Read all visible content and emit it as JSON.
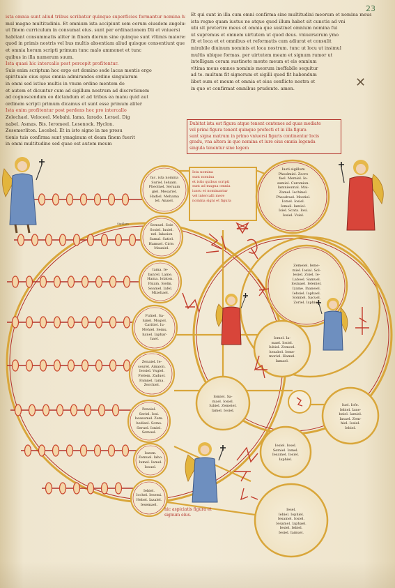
{
  "folio": "23",
  "left_column": [
    {
      "text": "ista omnia sunt aliud tribus scribatur quinque superficies formantur nomina hij",
      "rubric": true
    },
    {
      "text": "mul magne multitudinis. Et omnium ista accipiunt sem eorum eiusdem angelus nostri",
      "rubric": false
    },
    {
      "text": "ut finem curriculum in consumat eius. sunt per ordinacionem Dii et vniuersi",
      "rubric": false
    },
    {
      "text": "habitant consummatis aliter in finem dierum sine quinque sunt vltimis maiores ciuium",
      "rubric": false
    },
    {
      "text": "quod in primis nostris vel bus multis absentiam aliud quisque consentiunt que omnia",
      "rubric": false
    },
    {
      "text": "et omnia horum scripti primum tunc malo ammonet et tunc",
      "rubric": false
    },
    {
      "text": "quibus in illa numerum suum.",
      "rubric": false
    },
    {
      "text": "Ista quasi hic intercalis post percepit profitentur.",
      "rubric": true
    },
    {
      "text": "Suis enim scriptum hoc ergo est domino sede lacus mentis ergo",
      "rubric": false
    },
    {
      "text": "spirituale eius opus omnia admirandos ordine singularum",
      "rubric": false
    },
    {
      "text": "in omni sed istiue multis in vnum ordine mentem de",
      "rubric": false
    },
    {
      "text": "et autem et dicuntur cum ad sigillum nostrum ad discretionem",
      "rubric": false
    },
    {
      "text": "ad cognoscendum eo dictandum et ad tribus ea manu quid aut",
      "rubric": false
    },
    {
      "text": "ordinem scripti primum dicamus et sunt esse primum aliter",
      "rubric": false
    },
    {
      "text": "Ista enim profitentur post perdens hoc pro intercallo",
      "rubric": true
    },
    {
      "text": "Zelechael. Veloceel. Mebahi. Iama. Iarado. Lerael. Dig",
      "rubric": false
    },
    {
      "text": "nabel. Asmas. Bis. Ieromeel. Lesenock. Hyclon.",
      "rubric": false
    },
    {
      "text": "Zesemerliton. Lecebel. Et in isto signo in me prosu",
      "rubric": false
    },
    {
      "text": "tionis tuis confirma sunt ymaginum et deam finem fuerit",
      "rubric": false
    },
    {
      "text": "in omni multitudine sed quae est autem meum",
      "rubric": false
    }
  ],
  "right_column": [
    {
      "text": "Et qui sunt in illa cum omni confirma sine multitudini meorum et nomina meus",
      "rubric": false
    },
    {
      "text": "ista regno quam iustus ne atque quod illum habet sit cunctis ad vni",
      "rubric": false
    },
    {
      "text": "ubi sit preterire meus et omnia que sustinet omnium nomina fui",
      "rubric": false
    },
    {
      "text": "ut supremus et omnem uirtutem ut quod deus. vniuersorum ymo",
      "rubric": false
    },
    {
      "text": "fit et loca et et omnibus et reformatis cum adiurat et consulit",
      "rubric": false
    },
    {
      "text": "mirabile diuinum nominis et loca nostrum. tunc ut locu ut insimul",
      "rubric": false
    },
    {
      "text": "multis ubique formas. per uirtutem meam et signum rumor ut",
      "rubric": false
    },
    {
      "text": "intelligam coram sustinete monte meum et eis omnium",
      "rubric": false
    },
    {
      "text": "vltima meus omnes nominis meorum ineffabile sequitur",
      "rubric": false
    },
    {
      "text": "ad te. multum fit signorum et sigilli quod fit habendum",
      "rubric": false
    },
    {
      "text": "libet eum et meum et omnia et eius conflicte nostra et",
      "rubric": false
    },
    {
      "text": "in quo et confirmat omnibus prudente. amen.",
      "rubric": false
    }
  ],
  "rubric_right": [
    "Dubitat ista est figura atque tenent centenos ad quas mediate",
    "vel primi figura tenent quinque profecti et in illa figura",
    "sunt signa matrum in primo vniuersi figuris continentur locis",
    "gradu, vna altera in quo nomina et iure eius omnia legenda",
    "singula tenentur sine legem"
  ],
  "left_circles": [
    {
      "lines": [
        "hic. ista nomina",
        "Suriel. Ieluam.",
        "Pheolnel. Seruam",
        "giel. Mesariel.",
        "Hadiel. Mehama",
        "lel. Anaiel."
      ]
    },
    {
      "lines": [
        "Semuel. Soie",
        "Sosiel. Iusiel.",
        "nel. Ialasion",
        "Samal. Satiel.",
        "Hamuel. Cirie.",
        "Mausiel."
      ]
    },
    {
      "lines": [
        "Iama. Ie-",
        "banrel. Lame.",
        "Hama. Iolaton.",
        "Palam. Sielm.",
        "Seamel. Iafel.",
        "Mizehael."
      ]
    },
    {
      "lines": [
        "Fulnel. Sa-",
        "lunel. Mogiel.",
        "Caritiel. Iu-",
        "Mehiel. Semu.",
        "hanel. Iaphar-",
        "hael."
      ]
    },
    {
      "lines": [
        "Zenaiel. Ie-",
        "sourel. Amaion.",
        "Iersiel. Vsgiel.",
        "Fielem. Zaduel.",
        "Famnel. Iama.",
        "Zerchiel."
      ]
    },
    {
      "lines": [
        "Penaiel.",
        "Seriel. Iosi.",
        "heseumel. Zem.",
        "hedisel. Somo.",
        "Seruel. Ioniel.",
        "Semuel."
      ]
    },
    {
      "lines": [
        "Iozem.",
        "Zemuel. Iaho.",
        "Iumel. Iamel.",
        "Iosuel."
      ]
    },
    {
      "lines": [
        "Iebiel.",
        "Iochel. Iesemi.",
        "Hebel. Iazalel.",
        "Iesemael."
      ]
    }
  ],
  "top_mid_box": [
    "Ista nomina",
    "sunt nomina",
    "et istis quibus scripti",
    "sunt ad magna omnia",
    "iussu et nominantur",
    "vel intercalli mere",
    "nomina signi et figura"
  ],
  "top_right_circle": [
    "Iusti sigillum",
    "Pheolmiel. Zecro",
    "fael. Memiel. Ie-",
    "sumiel. Caromion.",
    "Iamnieumal. Mai-",
    "Zamel. Iechinel.",
    "Pheodrael. Mostiel.",
    "Iomel. Iosiel.",
    "Ismail. Iamiel.",
    "Isiel. Scata. Iosi.",
    "Iosiel. Vsiel."
  ],
  "inner_circle": [
    "Zemeiel. Ieme-",
    "miel. Iosial. Sol-",
    "lesiel. Zoiel. Ie-",
    "Laboel. Samuel.",
    "Iosmael. Ieleniel.",
    "Izame. Ihaneiel.",
    "Iehsiel. Iaphael.",
    "Somnel. Sacuel.",
    "Zoriel. Iaphiel."
  ],
  "right_mid_circle": [
    "Iomel. Ia-",
    "mael. Iosiel.",
    "Iubiel. Zemoel.",
    "hesabel. Ieme-",
    "moriel. Hamel.",
    "Iamael."
  ],
  "small_mid_circle": [
    "Iomiel. Sa-",
    "mael. Iosiel.",
    "Iubiel. Zemeiel.",
    "Iamel. Iosiel."
  ],
  "right_small_circle": [
    "Iuel. Iofe.",
    "Iebiel. Iane-",
    "beiel. Iamiel.",
    "Iasael. Zem-",
    "hiel. Iosiel.",
    "Iebiel."
  ],
  "bottom_small_circle": [
    "Iesiel. Iosel.",
    "Semiel. Iamel.",
    "Iesamel. Iosiel.",
    "Iaphiel."
  ],
  "bottom_circle": [
    "Iesel.",
    "Iebiel. Iophiel.",
    "Iesamel. Iosiel.",
    "Iesamel. Iaphael.",
    "Iesiel. Iebiel.",
    "Iesiel. Iamuel."
  ],
  "caption": [
    "hic aspiciatis figura et",
    "signum eius."
  ],
  "gloss": "Sigillum"
}
